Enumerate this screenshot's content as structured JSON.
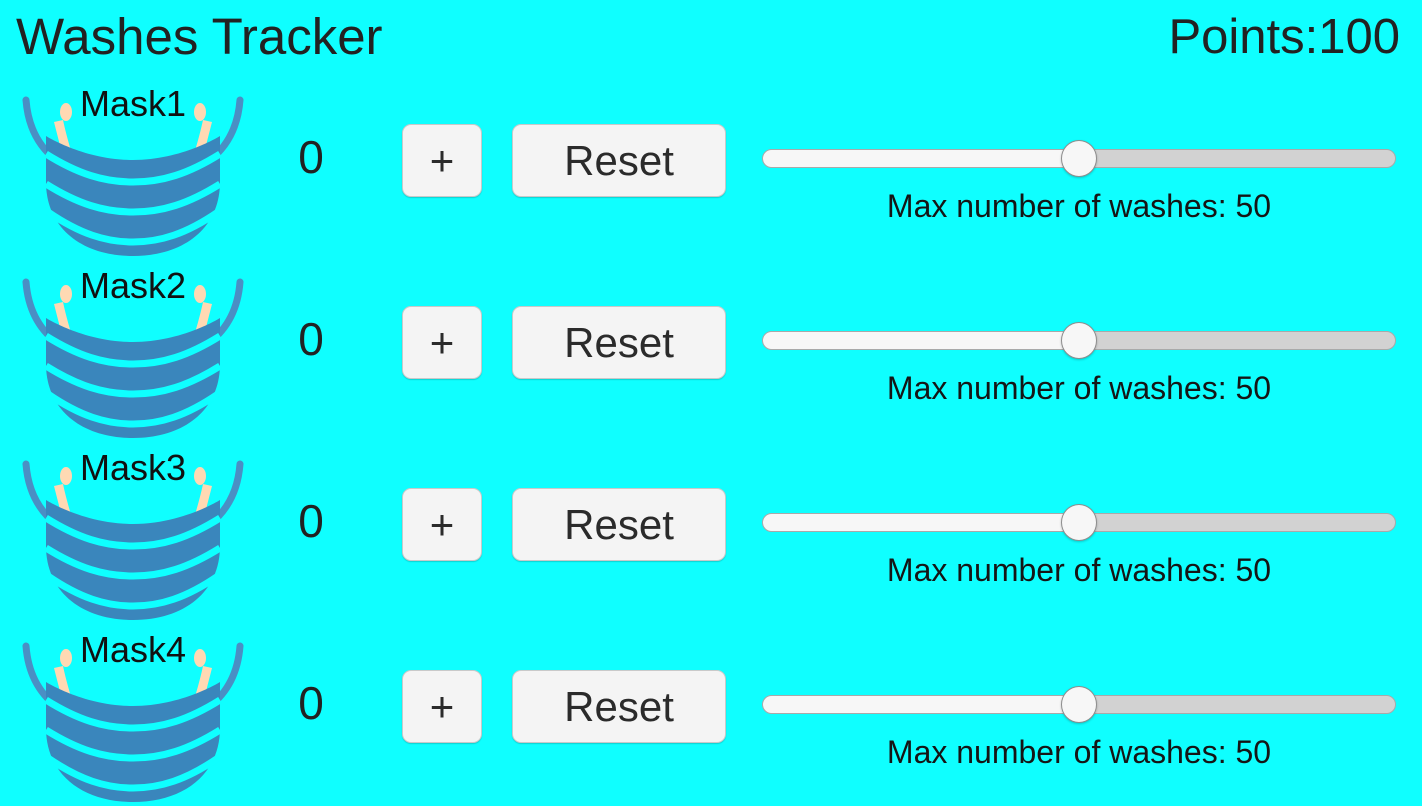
{
  "header": {
    "title": "Washes Tracker",
    "points_label": "Points:100"
  },
  "colors": {
    "background": "#0FFFFF",
    "mask_body": "#3A86BC",
    "mask_strap": "#4A8FC4",
    "mask_ear": "#FFD9B3",
    "button_face": "#F4F4F4",
    "slider_track": "#D2D2D2",
    "slider_fill": "#F7F7F7",
    "text": "#222222"
  },
  "rows": [
    {
      "mask_label": "Mask1",
      "count": "0",
      "increment_label": "+",
      "reset_label": "Reset",
      "slider_percent": 50,
      "slider_caption": "Max number of washes: 50"
    },
    {
      "mask_label": "Mask2",
      "count": "0",
      "increment_label": "+",
      "reset_label": "Reset",
      "slider_percent": 50,
      "slider_caption": "Max number of washes: 50"
    },
    {
      "mask_label": "Mask3",
      "count": "0",
      "increment_label": "+",
      "reset_label": "Reset",
      "slider_percent": 50,
      "slider_caption": "Max number of washes: 50"
    },
    {
      "mask_label": "Mask4",
      "count": "0",
      "increment_label": "+",
      "reset_label": "Reset",
      "slider_percent": 50,
      "slider_caption": "Max number of washes: 50"
    }
  ]
}
